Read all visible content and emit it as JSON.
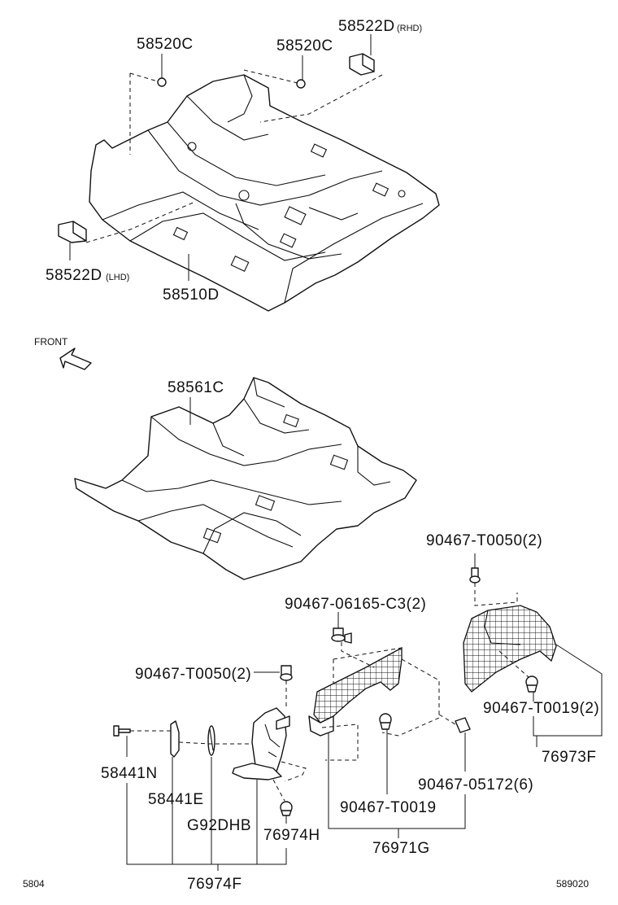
{
  "labels": {
    "p58520c_left": "58520C",
    "p58520c_right": "58520C",
    "p58522d_rhd": "58522D",
    "p58522d_rhd_note": "(RHD)",
    "p58522d_lhd": "58522D",
    "p58522d_lhd_note": "(LHD)",
    "p58510d": "58510D",
    "front": "FRONT",
    "p58561c": "58561C",
    "p90467_t0050_top": "90467-T0050(2)",
    "p90467_06165": "90467-06165-C3(2)",
    "p90467_t0050_left": "90467-T0050(2)",
    "p90467_t0019_2": "90467-T0019(2)",
    "p76973f": "76973F",
    "p58441n": "58441N",
    "p58441e": "58441E",
    "p92dhb": "G92DHB",
    "p76974h": "76974H",
    "p90467_05172": "90467-05172(6)",
    "p90467_t0019": "90467-T0019",
    "p76971g": "76971G",
    "p76974f": "76974F",
    "code_left": "5804",
    "code_right": "589020"
  },
  "icons": {
    "front_arrow": "front-arrow-icon"
  }
}
